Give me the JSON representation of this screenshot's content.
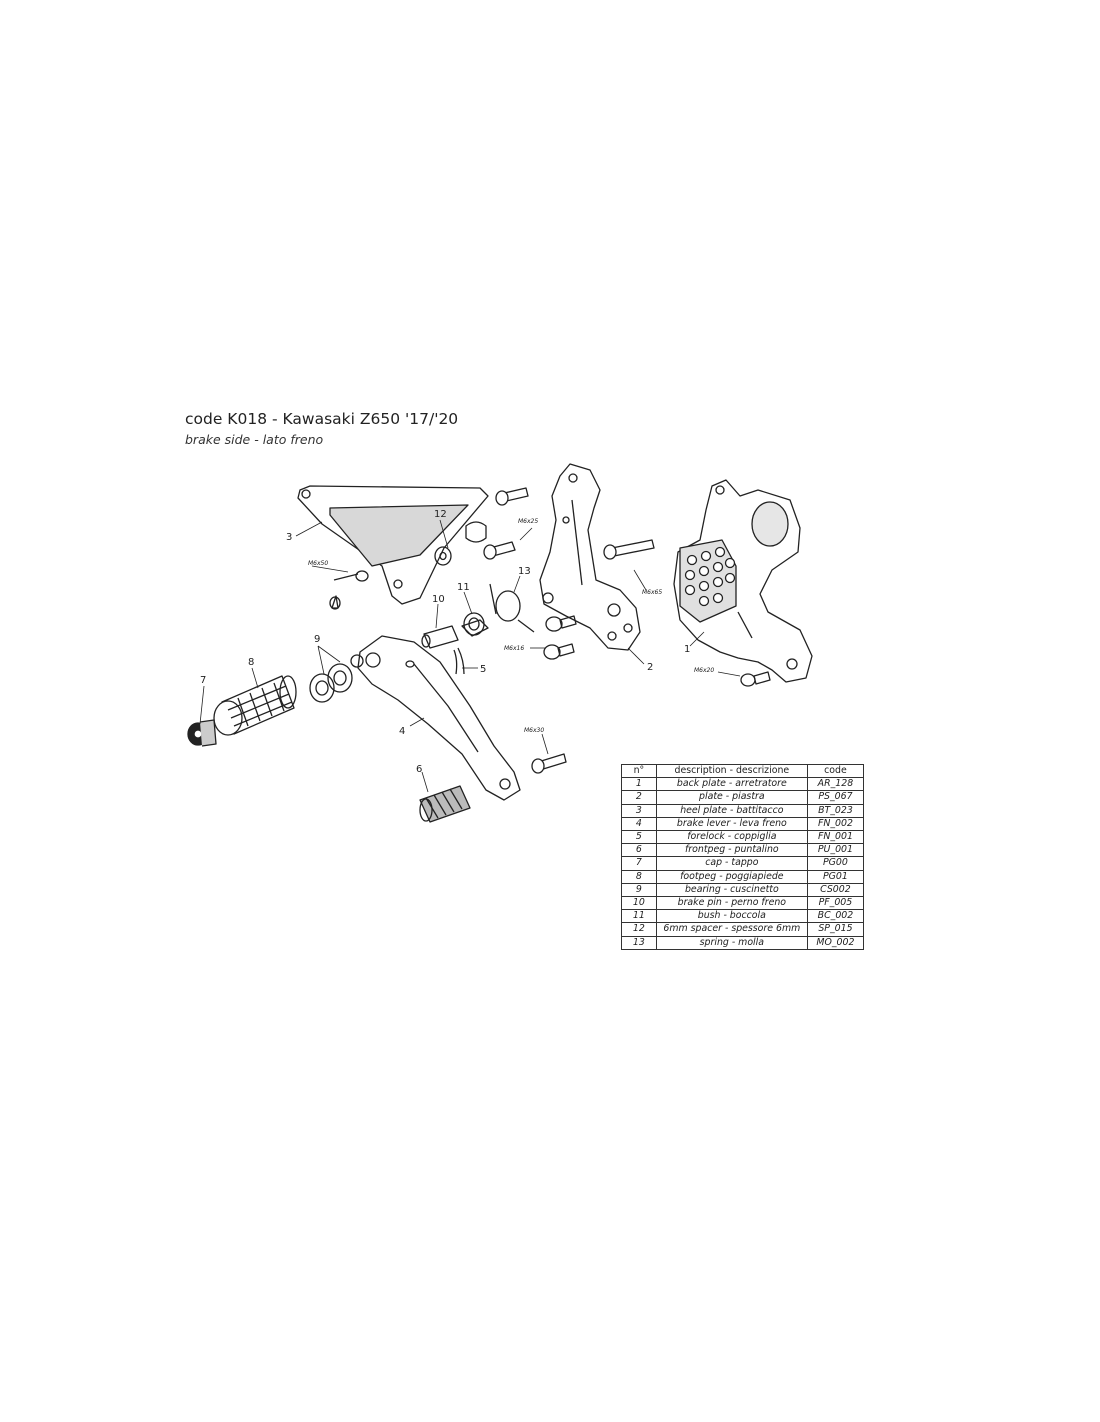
{
  "header": {
    "title": "code K018 - Kawasaki Z650 '17/'20",
    "subtitle": "brake side - lato freno"
  },
  "callouts": [
    "1",
    "2",
    "3",
    "4",
    "5",
    "6",
    "7",
    "8",
    "9",
    "10",
    "11",
    "12",
    "13"
  ],
  "bolts": {
    "m6x50": "M6x50",
    "m6x25": "M6x25",
    "m6x65": "M6x65",
    "m6x16": "M6x16",
    "m6x20": "M6x20",
    "m6x30": "M6x30"
  },
  "table": {
    "headers": [
      "n°",
      "description - descrizione",
      "code"
    ],
    "rows": [
      [
        "1",
        "back plate - arretratore",
        "AR_128"
      ],
      [
        "2",
        "plate - piastra",
        "PS_067"
      ],
      [
        "3",
        "heel plate - battitacco",
        "BT_023"
      ],
      [
        "4",
        "brake lever - leva freno",
        "FN_002"
      ],
      [
        "5",
        "forelock - coppiglia",
        "FN_001"
      ],
      [
        "6",
        "frontpeg - puntalino",
        "PU_001"
      ],
      [
        "7",
        "cap - tappo",
        "PG00"
      ],
      [
        "8",
        "footpeg - poggiapiede",
        "PG01"
      ],
      [
        "9",
        "bearing - cuscinetto",
        "CS002"
      ],
      [
        "10",
        "brake pin - perno freno",
        "PF_005"
      ],
      [
        "11",
        "bush - boccola",
        "BC_002"
      ],
      [
        "12",
        "6mm spacer - spessore 6mm",
        "SP_015"
      ],
      [
        "13",
        "spring - molla",
        "MO_002"
      ]
    ]
  }
}
